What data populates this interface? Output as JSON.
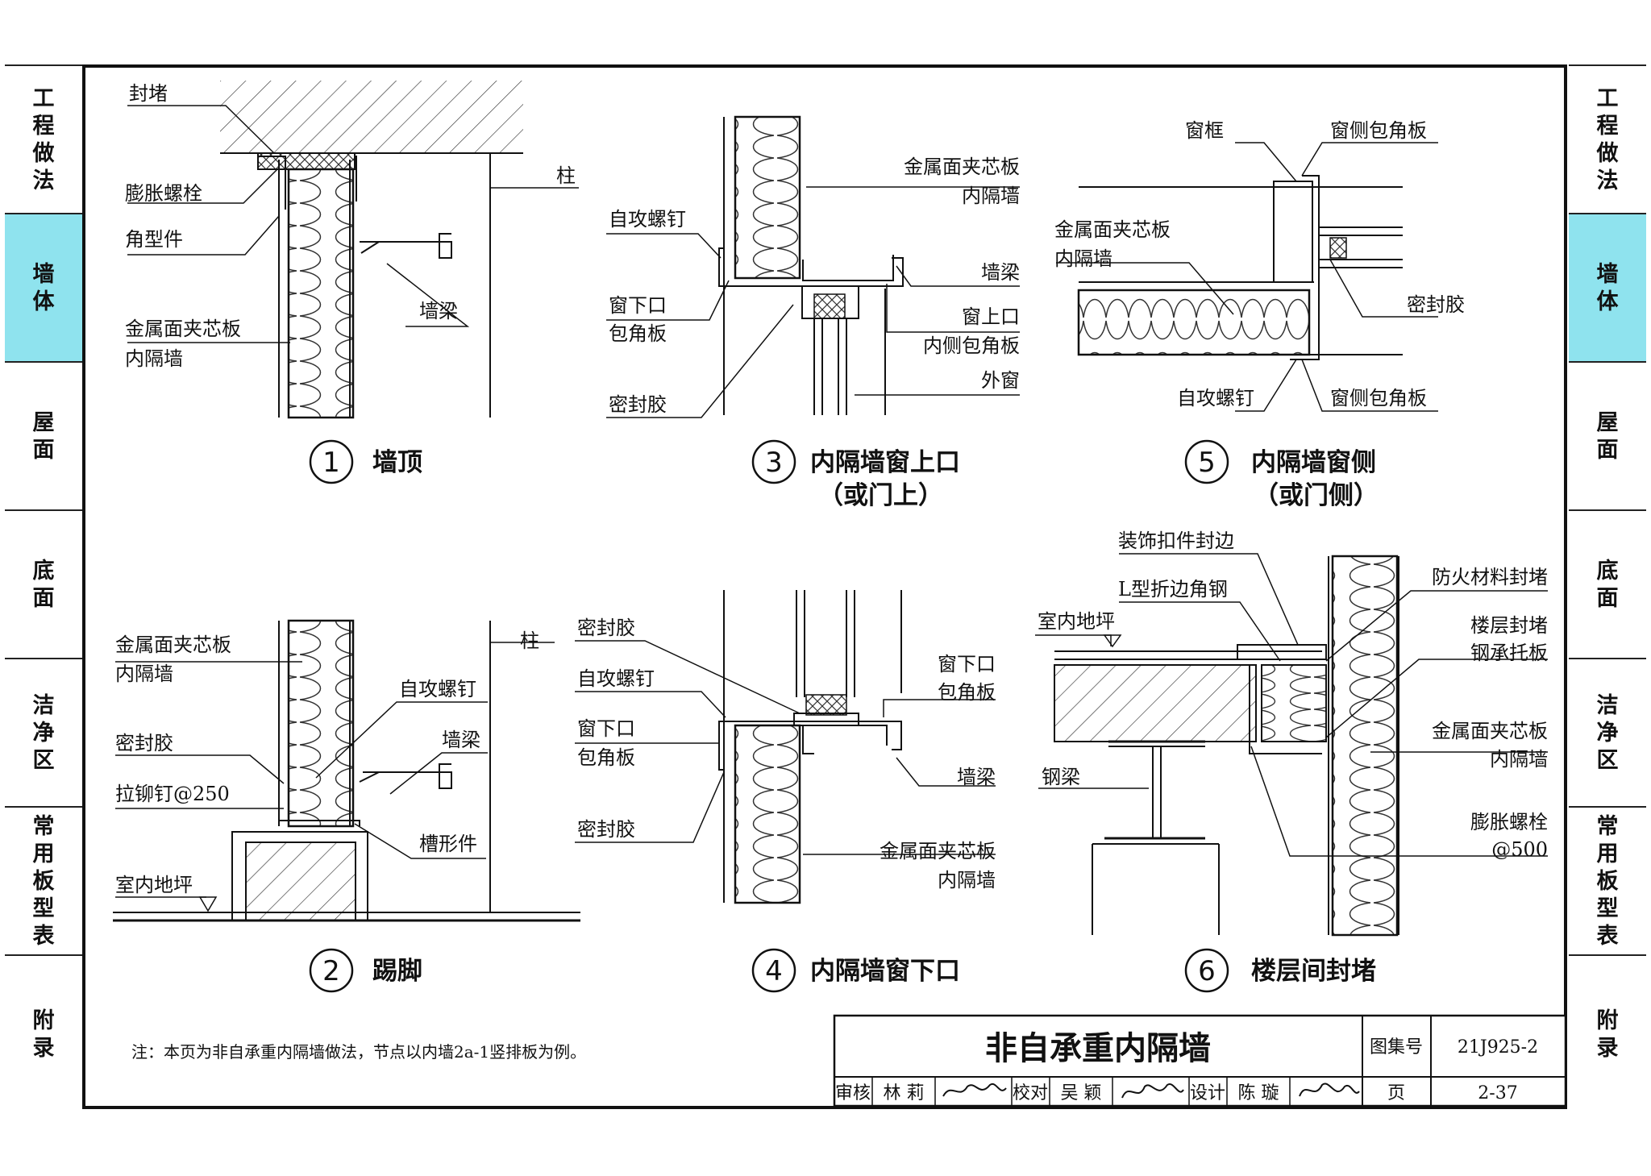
{
  "side_tabs": [
    "工程做法",
    "墙体",
    "屋面",
    "底面",
    "洁净区",
    "常用板型表",
    "附录"
  ],
  "active_tab_index": 1,
  "accent_color": "#8fe3ee",
  "details": {
    "d1": {
      "num": "1",
      "title": "墙顶",
      "labels": {
        "fengdu": "封堵",
        "pengzhang": "膨胀螺栓",
        "jiaoxing": "角型件",
        "jinshu1": "金属面夹芯板",
        "jinshu2": "内隔墙",
        "zhu": "柱",
        "qiangliang": "墙梁"
      }
    },
    "d2": {
      "num": "2",
      "title": "踢脚",
      "labels": {
        "jinshu1": "金属面夹芯板",
        "jinshu2": "内隔墙",
        "zhu": "柱",
        "zigong": "自攻螺钉",
        "mifeng": "密封胶",
        "qiangliang": "墙梁",
        "lamao": "拉铆钉@250",
        "caoxing": "槽形件",
        "dikeng": "室内地坪"
      }
    },
    "d3": {
      "num": "3",
      "title1": "内隔墙窗上口",
      "title2": "（或门上）",
      "labels": {
        "jinshu1": "金属面夹芯板",
        "jinshu2": "内隔墙",
        "zigong": "自攻螺钉",
        "qiangliang": "墙梁",
        "chuangxia1": "窗下口",
        "chuangxia2": "包角板",
        "chuangshang": "窗上口",
        "neice": "内侧包角板",
        "waichuang": "外窗",
        "mifeng": "密封胶"
      }
    },
    "d4": {
      "num": "4",
      "title": "内隔墙窗下口",
      "labels": {
        "mifeng1": "密封胶",
        "zigong": "自攻螺钉",
        "chuangxia1": "窗下口",
        "chuangxia2": "包角板",
        "mifeng2": "密封胶",
        "rchuangxia1": "窗下口",
        "rchuangxia2": "包角板",
        "qiangliang": "墙梁",
        "jinshu1": "金属面夹芯板",
        "jinshu2": "内隔墙"
      }
    },
    "d5": {
      "num": "5",
      "title1": "内隔墙窗侧",
      "title2": "（或门侧）",
      "labels": {
        "chuangkuang": "窗框",
        "chuangce1": "窗侧包角板",
        "jinshu1": "金属面夹芯板",
        "jinshu2": "内隔墙",
        "mifeng": "密封胶",
        "zigong": "自攻螺钉",
        "chuangce2": "窗侧包角板"
      }
    },
    "d6": {
      "num": "6",
      "title": "楼层间封堵",
      "labels": {
        "zhuangshi": "装饰扣件封边",
        "lxing": "L型折边角钢",
        "dikeng": "室内地坪",
        "fanghuo": "防火材料封堵",
        "louceng1": "楼层封堵",
        "louceng2": "钢承托板",
        "gangliang": "钢梁",
        "jinshu1": "金属面夹芯板",
        "jinshu2": "内隔墙",
        "pengzhang1": "膨胀螺栓",
        "pengzhang2": "@500"
      }
    }
  },
  "note": "注：本页为非自承重内隔墙做法，节点以内墙2a-1竖排板为例。",
  "title_block": {
    "drawing_title": "非自承重内隔墙",
    "atlas_label": "图集号",
    "atlas_no": "21J925-2",
    "review_label": "审核",
    "review_name": "林  莉",
    "check_label": "校对",
    "check_name": "吴  颖",
    "design_label": "设计",
    "design_name": "陈  璇",
    "page_label": "页",
    "page_no": "2-37"
  }
}
